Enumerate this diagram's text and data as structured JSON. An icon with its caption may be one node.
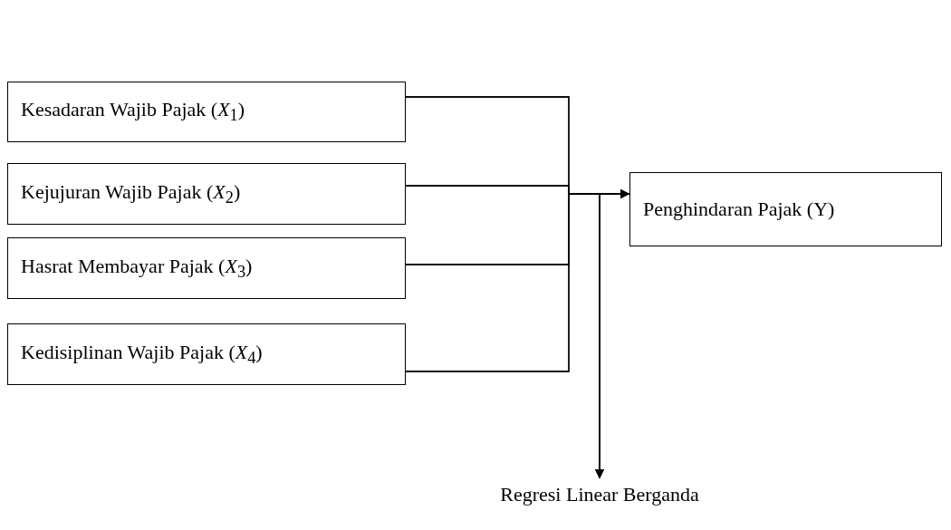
{
  "diagram": {
    "nodes": [
      {
        "text": [
          "Kesadaran Wajib Pajak (*X*$_{1}$)"
        ]
      },
      {
        "text": [
          "Kejujuran Wajib Pajak (*X*$_{2}$)"
        ]
      },
      {
        "text": [
          "Hasrat Membayar Pajak (*X*$_{3}$)"
        ]
      },
      {
        "text": [
          "Kedisiplinan Wajib Pajak (*X*$_{4}$)"
        ]
      },
      {
        "text": [
          "Penghindaran Pajak (Y)"
        ]
      },
      {
        "text": [
          "Regresi Linear Berganda"
        ]
      }
    ],
    "edges": [
      {
        "from": 0,
        "to": 4,
        "arrow": "to"
      },
      {
        "from": 1,
        "to": 4,
        "arrow": "to"
      },
      {
        "from": 2,
        "to": 4,
        "arrow": "to"
      },
      {
        "from": 3,
        "to": 4,
        "arrow": "to"
      },
      {
        "from": 0,
        "to": 5,
        "arrow": "to"
      },
      {
        "from": 1,
        "to": 5,
        "arrow": "to"
      },
      {
        "from": 2,
        "to": 5,
        "arrow": "to"
      },
      {
        "from": 3,
        "to": 5,
        "arrow": "to"
      }
    ]
  }
}
